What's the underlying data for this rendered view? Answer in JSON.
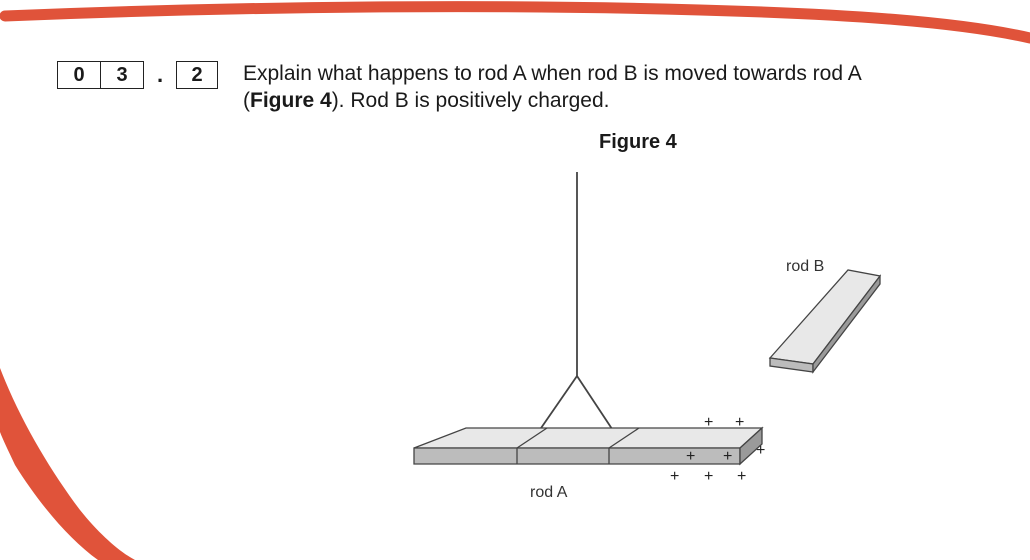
{
  "question_number": {
    "digit1": "0",
    "digit2": "3",
    "separator": ".",
    "part": "2"
  },
  "question": {
    "line1": "Explain what happens to rod A when rod B is moved towards rod A",
    "line2_open": "(",
    "line2_bold": "Figure 4",
    "line2_rest": "). Rod B is positively charged."
  },
  "figure": {
    "title": "Figure 4",
    "rod_a_label": "rod A",
    "rod_b_label": "rod B",
    "charge_symbol": "+"
  },
  "colors": {
    "accent_stroke": "#e0533a",
    "rod_top": "#e8e8e8",
    "rod_side": "#bcbcbc"
  }
}
